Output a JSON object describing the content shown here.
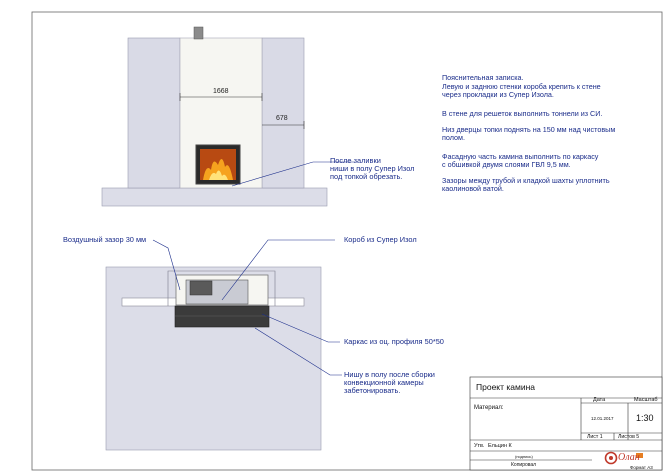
{
  "notes": {
    "title": "Пояснительная записка.",
    "paragraphs": [
      [
        "Левую и заднюю стенки короба крепить к стене",
        "через прокладки из Супер Изола."
      ],
      [
        "В стене для решеток выполнить тоннели из СИ."
      ],
      [
        "Низ дверцы топки поднять на 150 мм над чистовым",
        "полом."
      ],
      [
        "Фасадную часть камина выполнить по каркасу",
        "с обшивкой двумя слоями ГВЛ 9,5 мм."
      ],
      [
        "Зазоры между трубой и кладкой шахты уплотнить",
        "каолиновой ватой."
      ]
    ]
  },
  "elevation": {
    "dimension_width": "1668",
    "dimension_side": "678",
    "callout_niche": [
      "После заливки",
      "ниши в полу Супер Изол",
      "под топкой обрезать."
    ]
  },
  "plan": {
    "callout_gap": "Воздушный зазор 30 мм",
    "callout_box": "Короб из Супер Изол",
    "callout_frame": "Каркас из оц. профиля 50*50",
    "callout_floor": [
      "Нишу в полу после сборки",
      "конвекционной камеры",
      "забетонировать."
    ]
  },
  "title_block": {
    "project": "Проект камина",
    "material_label": "Материал:",
    "date_label": "Дата",
    "scale_label": "Масштаб",
    "date": "12.01.2017",
    "scale": "1:30",
    "sheet": "Лист 1",
    "sheets": "Листов 5",
    "approved": "Утв.",
    "author": "Ельцин К",
    "signature_label": "(подпись)",
    "copied": "Копировал",
    "format": "Формат А3",
    "logo": "Олан"
  },
  "colors": {
    "wall": "#dcdde8",
    "insulation": "#f6f6f2",
    "callout": "#1a2c8a",
    "frame": "#555555"
  }
}
